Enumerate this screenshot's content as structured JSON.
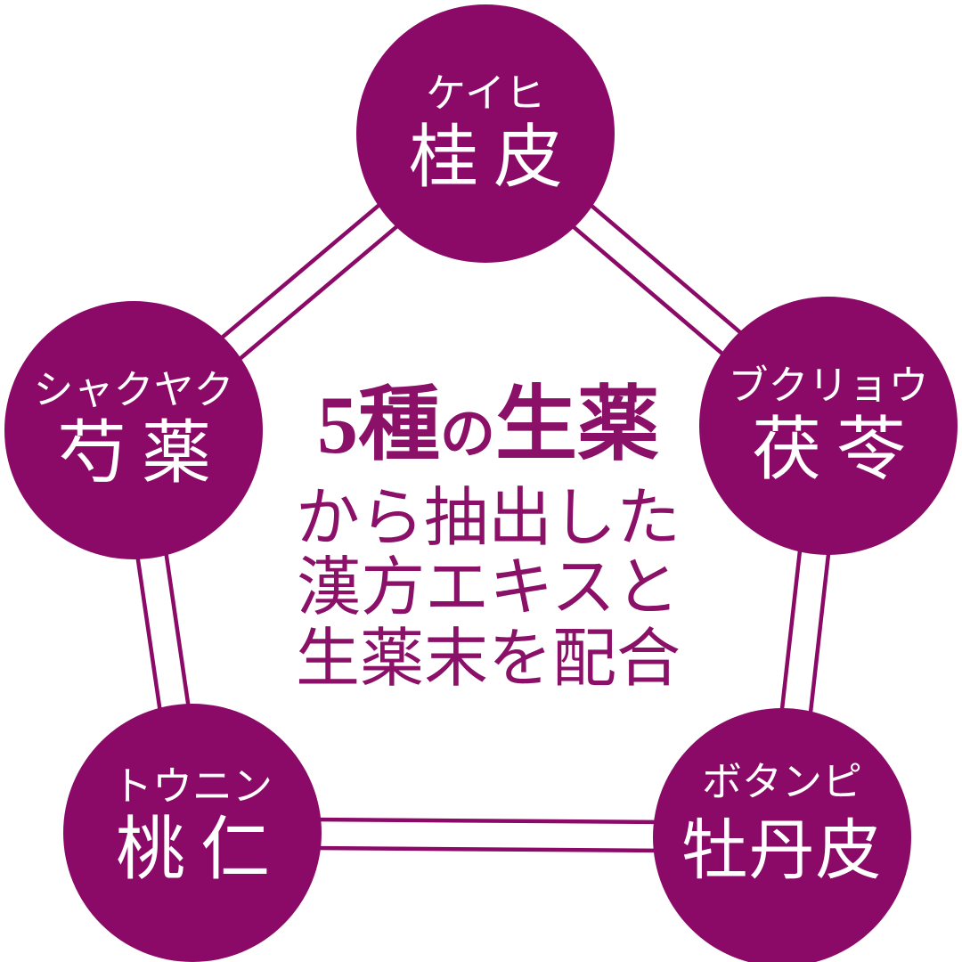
{
  "diagram_title": "5種の生薬から抽出した漢方エキスと生薬末を配合",
  "colors": {
    "circle_fill": "#8B0A68",
    "connector_stroke": "#8B0A68",
    "center_text": "#8B1068",
    "circle_text": "#ffffff",
    "background": "#ffffff"
  },
  "center_message": {
    "line1_parts": [
      "5種",
      "の",
      "生薬"
    ],
    "line2": "から抽出した",
    "line3": "漢方エキスと",
    "line4": "生薬末を配合"
  },
  "herbs": [
    {
      "position": "top",
      "kana": "ケイヒ",
      "kanji": "桂皮"
    },
    {
      "position": "upper-left",
      "kana": "シャクヤク",
      "kanji": "芍薬"
    },
    {
      "position": "upper-right",
      "kana": "ブクリョウ",
      "kanji": "茯苓"
    },
    {
      "position": "lower-left",
      "kana": "トウニン",
      "kanji": "桃仁"
    },
    {
      "position": "lower-right",
      "kana": "ボタンピ",
      "kanji": "牡丹皮"
    }
  ]
}
